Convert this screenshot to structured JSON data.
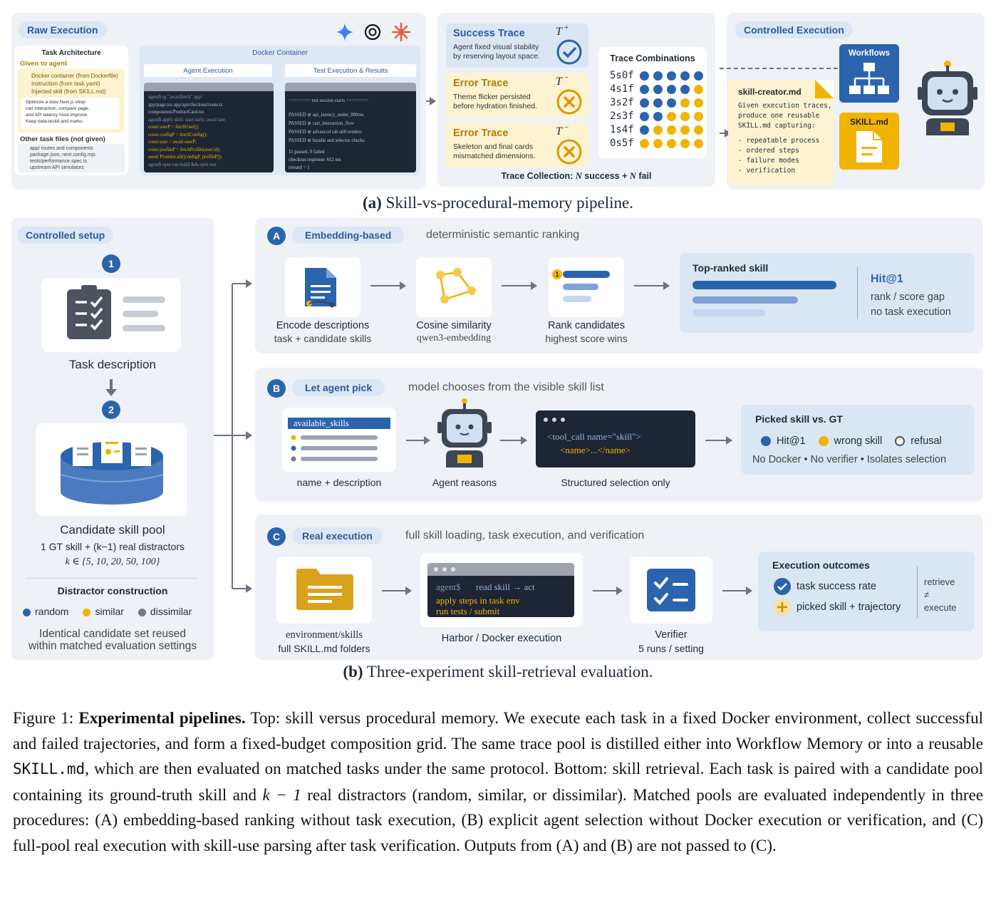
{
  "top": {
    "raw_execution": {
      "title": "Raw Execution",
      "task_arch_title": "Task Architecture",
      "given_to_agent": "Given to agent",
      "given_items": [
        "Docker container (from Dockerfile)",
        "Instruction (from task.yaml)",
        "Injected skill (from SKILL.md)"
      ],
      "instruction_text": [
        "Optimize a slow Next.js shop:",
        "cart interaction, compare page,",
        "and API latency must improve.",
        "Keep data-testid and marks."
      ],
      "other_files_title": "Other task files (not given)",
      "other_files": [
        "app/ routes and components",
        "package.json, next.config.mjs",
        "tests/performance.spec.ts",
        "upstream API simulators"
      ],
      "docker_title": "Docker Container",
      "agent_exec_title": "Agent Execution",
      "test_exec_title": "Test Execution & Results",
      "agent_lines": [
        "agent$      rg \"await|fetch\" app/",
        "app/page.tsx app/api/checkout/route.ts",
        "components/ProductCard.tsx",
        "agent$      apply skill: start early, await late",
        "const userP = fetchUser();",
        "const configP = fetchConfig();",
        "const user = await userP;",
        "const profileP = fetchProfile(user.id);",
        "await Promise.all([configP, profileP]);",
        "agent$      npm run build && npm test"
      ],
      "test_lines": [
        "======== test session starts ========",
        "PASSED  ⊘  api_latency_under_800ms",
        "PASSED  ⊘  cart_interaction_flow",
        "PASSED  ⊘  advanced tab still renders",
        "PASSED  ⊘  bundle and selector checks",
        "11 passed, 0 failed",
        "checkout response: 612 ms",
        "reward = 1"
      ]
    },
    "traces": [
      {
        "title": "Success Trace",
        "symbol": "T",
        "sup": "+",
        "text": [
          "Agent fixed visual stability",
          "by reserving layout space."
        ]
      },
      {
        "title": "Error Trace",
        "symbol": "T",
        "sup": "−",
        "text": [
          "Theme flicker persisted",
          "before hydration finished."
        ]
      },
      {
        "title": "Error Trace",
        "symbol": "T",
        "sup": "−",
        "text": [
          "Skeleton and final cards",
          "mismatched dimensions."
        ]
      }
    ],
    "trace_combinations": {
      "title": "Trace Combinations",
      "rows": [
        {
          "label": "5s0f",
          "success": 5,
          "fail": 0
        },
        {
          "label": "4s1f",
          "success": 4,
          "fail": 1
        },
        {
          "label": "3s2f",
          "success": 3,
          "fail": 2
        },
        {
          "label": "2s3f",
          "success": 2,
          "fail": 3
        },
        {
          "label": "1s4f",
          "success": 1,
          "fail": 4
        },
        {
          "label": "0s5f",
          "success": 0,
          "fail": 5
        }
      ]
    },
    "trace_collection": {
      "prefix": "Trace Collection: ",
      "n1": "N",
      "mid": " success + ",
      "n2": "N",
      "suffix": " fail"
    },
    "controlled_execution": {
      "title": "Controlled Execution",
      "creator_title": "skill-creator.md",
      "creator_text": [
        "Given execution traces,",
        "produce one reusable",
        "SKILL.md capturing:"
      ],
      "creator_items": [
        "- repeatable process",
        "- ordered steps",
        "- failure modes",
        "- verification"
      ],
      "workflows_label": "Workflows",
      "skill_label": "SKILL.md"
    },
    "caption": {
      "letter": "(a)",
      "text": " Skill-vs-procedural-memory pipeline."
    }
  },
  "bottom": {
    "setup": {
      "title": "Controlled setup",
      "step1": "1",
      "step2": "2",
      "task_description": "Task description",
      "pool_title": "Candidate skill pool",
      "pool_line1": "1 GT skill + (k−1) real distractors",
      "pool_line2": "k ∈ {5, 10, 20, 50, 100}",
      "distractor_title": "Distractor construction",
      "distractors": [
        {
          "label": "random",
          "color": "#2b63ad"
        },
        {
          "label": "similar",
          "color": "#f0b400"
        },
        {
          "label": "dissimilar",
          "color": "#747b84"
        }
      ],
      "footer": [
        "Identical candidate set reused",
        "within matched evaluation settings"
      ]
    },
    "exp_a": {
      "letter": "A",
      "title": "Embedding-based",
      "subtitle": "deterministic semantic ranking",
      "steps": [
        {
          "title": "Encode descriptions",
          "sub": "task + candidate skills"
        },
        {
          "title": "Cosine similarity",
          "sub": "qwen3-embedding"
        },
        {
          "title": "Rank candidates",
          "sub": "highest score wins"
        }
      ],
      "rank_badge": "1",
      "result_title": "Top-ranked skill",
      "metric": "Hit@1",
      "metric_lines": [
        "rank / score gap",
        "no task execution"
      ]
    },
    "exp_b": {
      "letter": "B",
      "title": "Let agent pick",
      "subtitle": "model chooses from the visible skill list",
      "list_header": "available_skills",
      "steps": [
        {
          "title": "name + description"
        },
        {
          "title": "Agent reasons"
        },
        {
          "title": "Structured selection only"
        }
      ],
      "code_lines": [
        "<tool_call name=\"skill\">",
        "<name>...</name>"
      ],
      "result_title": "Picked skill vs. GT",
      "legend": [
        {
          "label": "Hit@1",
          "kind": "blue"
        },
        {
          "label": "wrong skill",
          "kind": "yellow"
        },
        {
          "label": "refusal",
          "kind": "hollow"
        }
      ],
      "note": "No Docker • No verifier • Isolates selection"
    },
    "exp_c": {
      "letter": "C",
      "title": "Real execution",
      "subtitle": "full skill loading, task execution, and verification",
      "steps": [
        {
          "title": "environment/skills",
          "sub": "full SKILL.md folders"
        },
        {
          "title": "Harbor / Docker execution"
        },
        {
          "title": "Verifier",
          "sub": "5 runs / setting"
        }
      ],
      "terminal_lines": [
        "agent$",
        "read skill → act",
        "apply steps in task env",
        "run tests / submit"
      ],
      "result_title": "Execution outcomes",
      "outcomes": [
        "task success rate",
        "picked skill + trajectory"
      ],
      "side_note": [
        "retrieve",
        "≠",
        "execute"
      ]
    },
    "caption": {
      "letter": "(b)",
      "text": " Three-experiment skill-retrieval evaluation."
    }
  },
  "figure_caption": {
    "label": "Figure 1: ",
    "bold": "Experimental pipelines.",
    "lines": [
      " Top: skill versus procedural memory. We execute each task in a fixed Docker",
      "environment, collect successful and failed trajectories, and form a fixed-budget composition grid. The same trace",
      "pool is distilled either into Workflow Memory or into a reusable ",
      "SKILL.md",
      ", which are then evaluated on matched",
      "tasks under the same protocol. Bottom: skill retrieval. Each task is paired with a candidate pool containing",
      "its ground-truth skill and ",
      "k − 1",
      " real distractors (random, similar, or dissimilar). Matched pools are evaluated",
      "independently in three procedures: (A) embedding-based ranking without task execution, (B) explicit agent selection",
      "without Docker execution or verification, and (C) full-pool real execution with skill-use parsing after task verification.",
      "Outputs from (A) and (B) are not passed to (C)."
    ]
  }
}
